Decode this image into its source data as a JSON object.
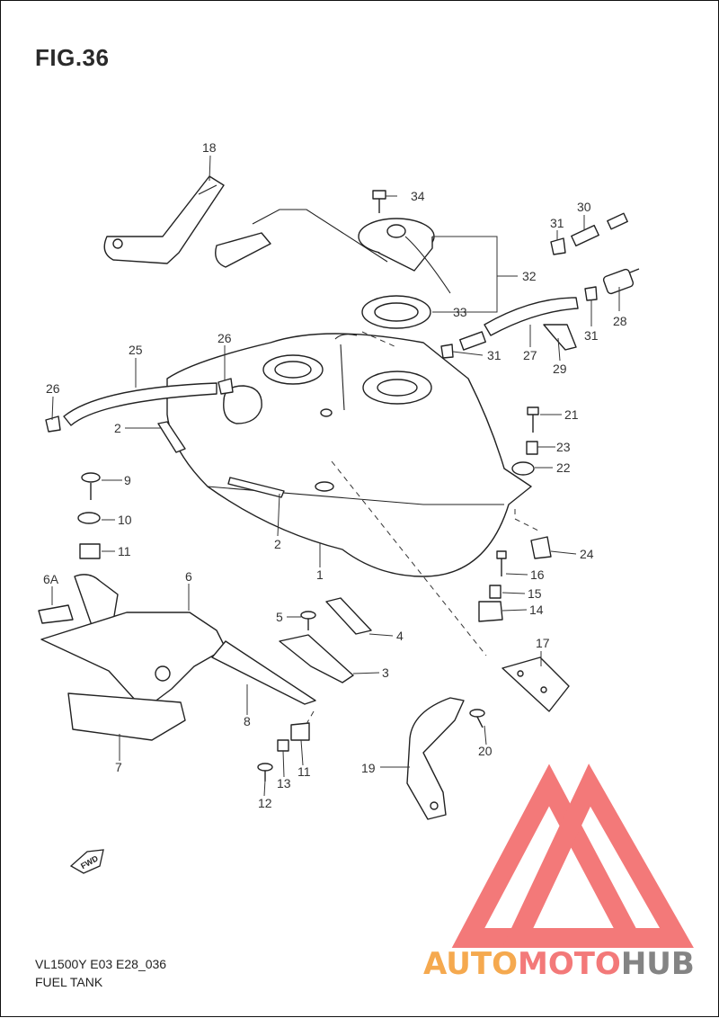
{
  "figure": {
    "title": "FIG.36",
    "model_code": "VL1500Y E03 E28_036",
    "section_name": "FUEL TANK",
    "fwd_label": "FWD"
  },
  "callouts": [
    {
      "id": "c1",
      "text": "1"
    },
    {
      "id": "c2a",
      "text": "2"
    },
    {
      "id": "c2b",
      "text": "2"
    },
    {
      "id": "c3",
      "text": "3"
    },
    {
      "id": "c4",
      "text": "4"
    },
    {
      "id": "c5",
      "text": "5"
    },
    {
      "id": "c6",
      "text": "6"
    },
    {
      "id": "c6a",
      "text": "6A"
    },
    {
      "id": "c7",
      "text": "7"
    },
    {
      "id": "c8",
      "text": "8"
    },
    {
      "id": "c9",
      "text": "9"
    },
    {
      "id": "c10",
      "text": "10"
    },
    {
      "id": "c11a",
      "text": "11"
    },
    {
      "id": "c11b",
      "text": "11"
    },
    {
      "id": "c12",
      "text": "12"
    },
    {
      "id": "c13",
      "text": "13"
    },
    {
      "id": "c14",
      "text": "14"
    },
    {
      "id": "c15",
      "text": "15"
    },
    {
      "id": "c16",
      "text": "16"
    },
    {
      "id": "c17",
      "text": "17"
    },
    {
      "id": "c18",
      "text": "18"
    },
    {
      "id": "c19",
      "text": "19"
    },
    {
      "id": "c20",
      "text": "20"
    },
    {
      "id": "c21",
      "text": "21"
    },
    {
      "id": "c22",
      "text": "22"
    },
    {
      "id": "c23",
      "text": "23"
    },
    {
      "id": "c24",
      "text": "24"
    },
    {
      "id": "c25",
      "text": "25"
    },
    {
      "id": "c26a",
      "text": "26"
    },
    {
      "id": "c26b",
      "text": "26"
    },
    {
      "id": "c27",
      "text": "27"
    },
    {
      "id": "c28",
      "text": "28"
    },
    {
      "id": "c29",
      "text": "29"
    },
    {
      "id": "c30",
      "text": "30"
    },
    {
      "id": "c31a",
      "text": "31"
    },
    {
      "id": "c31b",
      "text": "31"
    },
    {
      "id": "c31c",
      "text": "31"
    },
    {
      "id": "c32",
      "text": "32"
    },
    {
      "id": "c33",
      "text": "33"
    },
    {
      "id": "c34",
      "text": "34"
    }
  ],
  "watermark": {
    "word_part1": "AUTO",
    "word_part2": "MOTO",
    "word_part3": "HUB",
    "color_orange": "#f5a03c",
    "color_red": "#f26b6b",
    "color_gray": "#777777",
    "logo_color": "#f26b6b"
  }
}
